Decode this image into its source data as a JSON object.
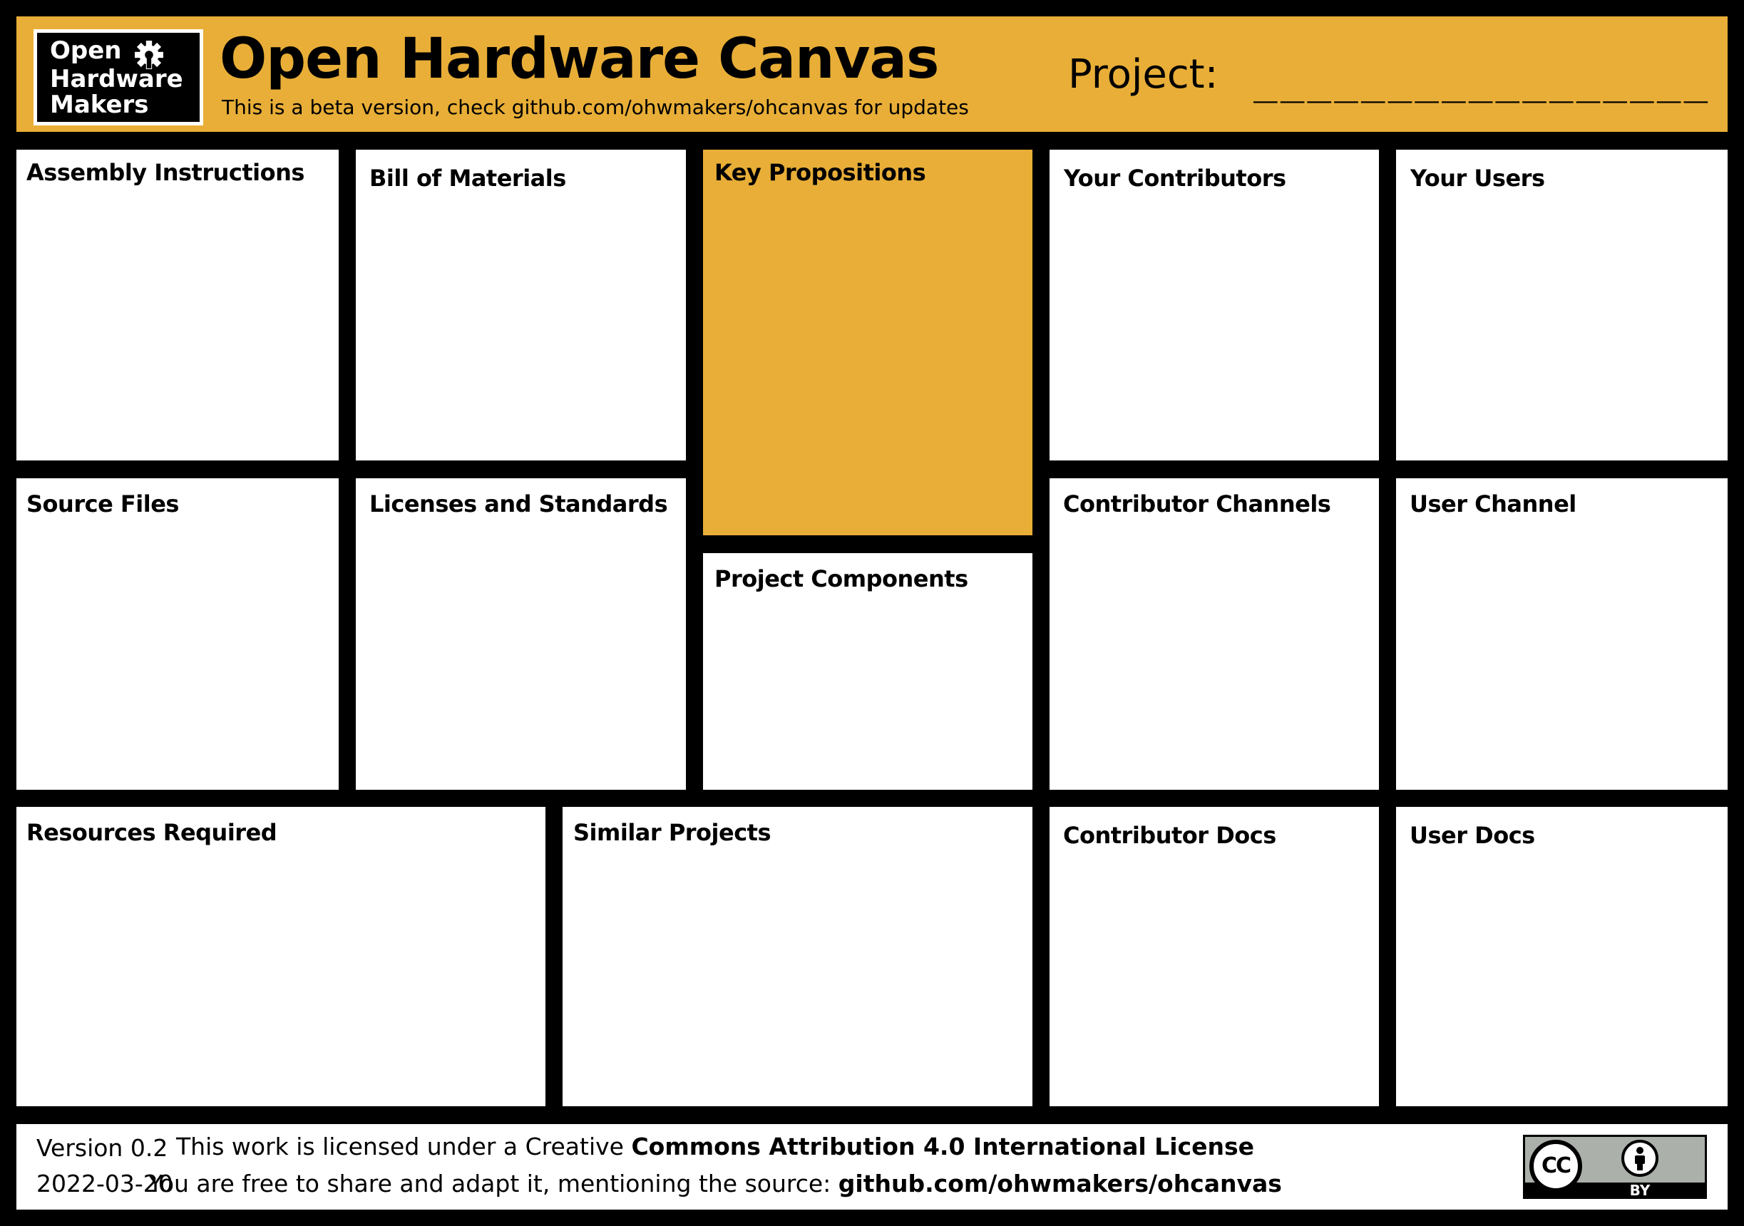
{
  "header": {
    "logo": {
      "line1": "Open",
      "line2": "Hardware",
      "line3": "Makers"
    },
    "title": "Open Hardware Canvas",
    "subtitle": "This is a beta version, check github.com/ohwmakers/ohcanvas for updates",
    "project_label": "Project:",
    "project_blank": "_________________"
  },
  "colors": {
    "accent": "#E8AE37",
    "background": "#000000",
    "panel": "#FFFFFF"
  },
  "sections": {
    "assembly_instructions": "Assembly Instructions",
    "bill_of_materials": "Bill of Materials",
    "key_propositions": "Key Propositions",
    "your_contributors": "Your Contributors",
    "your_users": "Your Users",
    "source_files": "Source Files",
    "licenses_and_standards": "Licenses and Standards",
    "project_components": "Project Components",
    "contributor_channels": "Contributor Channels",
    "user_channel": "User Channel",
    "resources_required": "Resources Required",
    "similar_projects": "Similar Projects",
    "contributor_docs": "Contributor Docs",
    "user_docs": "User Docs"
  },
  "footer": {
    "version": "Version 0.2",
    "date": "2022-03-20",
    "license_prefix": "This work is licensed under a Creative ",
    "license_bold": "Commons Attribution 4.0 International License",
    "share_prefix": "You are free to share and adapt it, mentioning the source: ",
    "share_bold": "github.com/ohwmakers/ohcanvas",
    "badge": {
      "cc": "CC",
      "by": "BY",
      "icons": [
        "cc-icon",
        "person-icon"
      ]
    }
  }
}
